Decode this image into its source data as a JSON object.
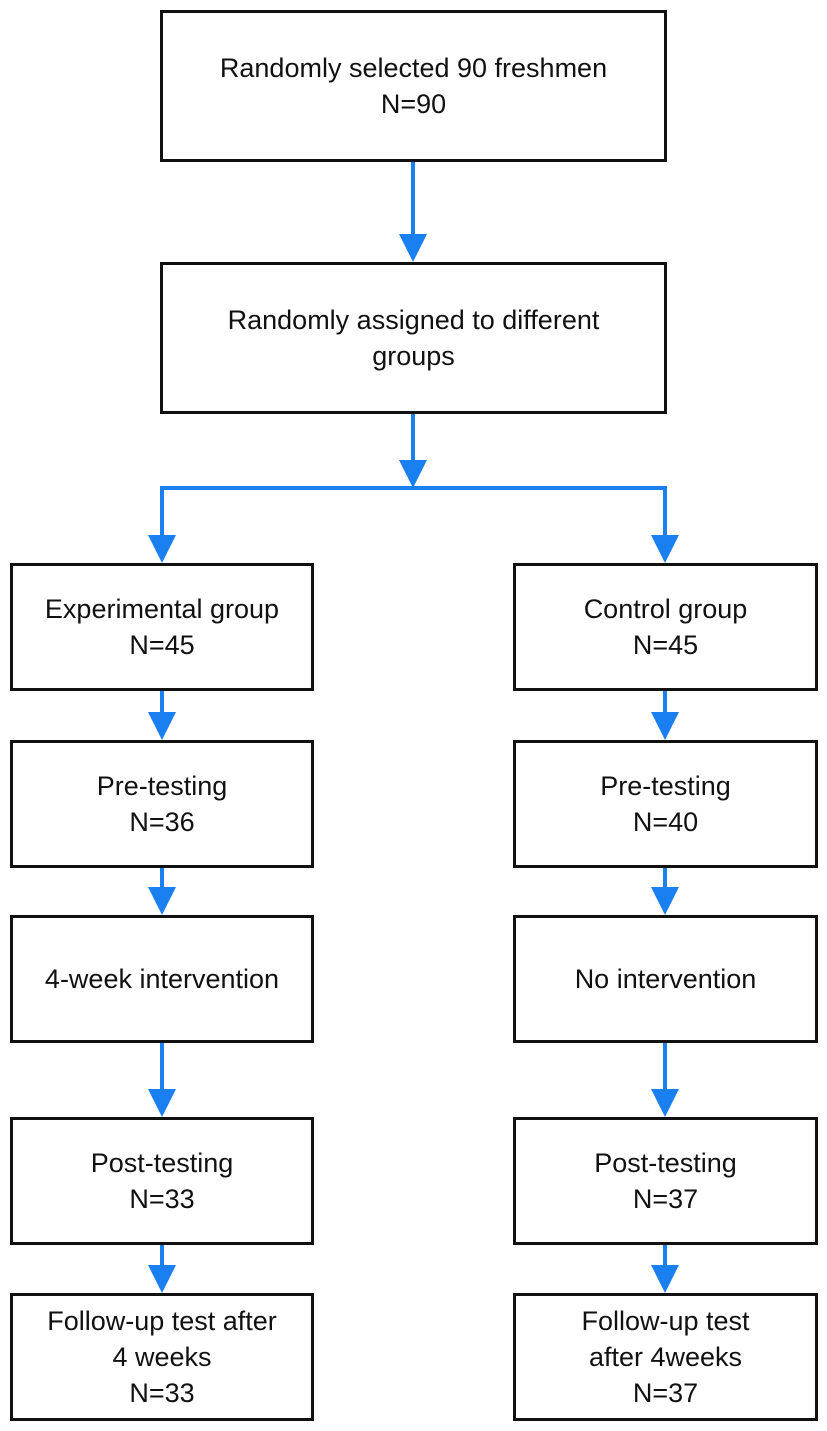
{
  "colors": {
    "arrow": "#1a7ff0",
    "box_border": "#111111",
    "text": "#111111"
  },
  "nodes": {
    "top": {
      "line1": "Randomly selected 90 freshmen",
      "line2": "N=90"
    },
    "assign": {
      "line1": "Randomly assigned to different",
      "line2": "groups"
    },
    "experimental": {
      "group": {
        "line1": "Experimental group",
        "line2": "N=45"
      },
      "pre": {
        "line1": "Pre-testing",
        "line2": "N=36"
      },
      "intervention": {
        "line1": "4-week intervention"
      },
      "post": {
        "line1": "Post-testing",
        "line2": "N=33"
      },
      "followup": {
        "line1": "Follow-up test after",
        "line2": "4 weeks",
        "line3": "N=33"
      }
    },
    "control": {
      "group": {
        "line1": "Control group",
        "line2": "N=45"
      },
      "pre": {
        "line1": "Pre-testing",
        "line2": "N=40"
      },
      "intervention": {
        "line1": "No intervention"
      },
      "post": {
        "line1": "Post-testing",
        "line2": "N=37"
      },
      "followup": {
        "line1": "Follow-up test",
        "line2": "after 4weeks",
        "line3": "N=37"
      }
    }
  }
}
